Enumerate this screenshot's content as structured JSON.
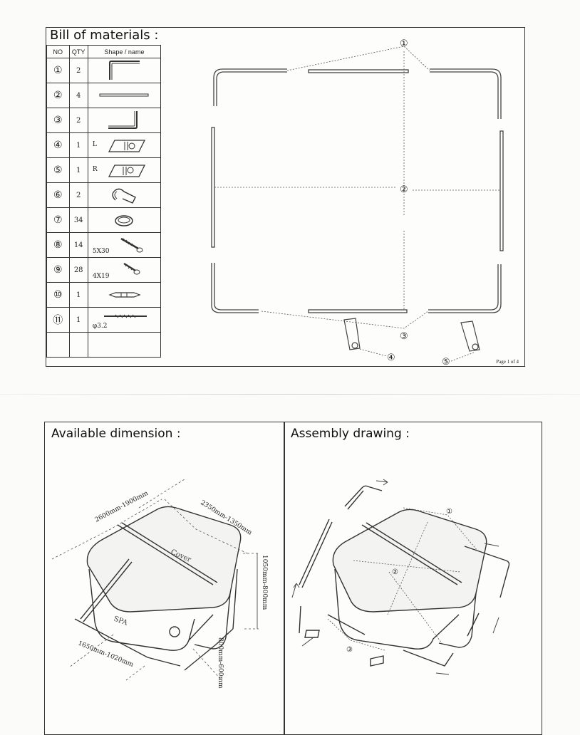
{
  "bom": {
    "title": "Bill of materials :",
    "headers": {
      "no": "NO",
      "qty": "QTY",
      "shape": "Shape / name"
    },
    "rows": [
      {
        "no": "①",
        "qty": "2",
        "shape": "corner-bar-left",
        "note": "",
        "side": ""
      },
      {
        "no": "②",
        "qty": "4",
        "shape": "straight-bar",
        "note": "",
        "side": ""
      },
      {
        "no": "③",
        "qty": "2",
        "shape": "corner-bar-right",
        "note": "",
        "side": ""
      },
      {
        "no": "④",
        "qty": "1",
        "shape": "bracket-plate",
        "note": "",
        "side": "L"
      },
      {
        "no": "⑤",
        "qty": "1",
        "shape": "bracket-plate",
        "note": "",
        "side": "R"
      },
      {
        "no": "⑥",
        "qty": "2",
        "shape": "strap-clip",
        "note": "",
        "side": ""
      },
      {
        "no": "⑦",
        "qty": "34",
        "shape": "ring-washer",
        "note": "",
        "side": ""
      },
      {
        "no": "⑧",
        "qty": "14",
        "shape": "screw-long",
        "note": "5X30",
        "side": ""
      },
      {
        "no": "⑨",
        "qty": "28",
        "shape": "screw-short",
        "note": "4X19",
        "side": ""
      },
      {
        "no": "⑩",
        "qty": "1",
        "shape": "double-ended-bit",
        "note": "",
        "side": ""
      },
      {
        "no": "⑪",
        "qty": "1",
        "shape": "drill-bit",
        "note": "φ3.2",
        "side": ""
      }
    ]
  },
  "frame_diagram": {
    "callouts": {
      "c1": "①",
      "c2": "②",
      "c3": "③",
      "c4": "④",
      "c5": "⑤"
    }
  },
  "page_number": "Page 1 of 4",
  "dimension": {
    "title": "Available dimension :",
    "labels": {
      "length": "2600mm-1900mm",
      "width": "2350mm-1350mm",
      "height": "1050mm-800mm",
      "depth_front": "1650mm-1020mm",
      "depth_side": "800mm-600mm",
      "cover": "Cover",
      "spa": "SPA"
    }
  },
  "assembly": {
    "title": "Assembly drawing :",
    "callouts": {
      "c1": "①",
      "c2": "②",
      "c3": "③"
    }
  }
}
